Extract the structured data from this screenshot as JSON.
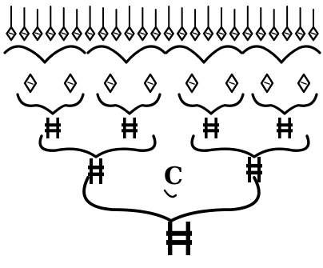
{
  "diagram": {
    "kind": "ornamental-tree",
    "levels": {
      "leaf_stems": 24,
      "diamonds_top_row": 24,
      "diamonds_second_row": 8,
      "brackets_third_row": 4,
      "brackets_fourth_row": 2,
      "root_brackets": 1
    },
    "center_mark": {
      "letter": "C"
    },
    "colors": {
      "ink": "#000000",
      "paper": "#ffffff"
    }
  }
}
